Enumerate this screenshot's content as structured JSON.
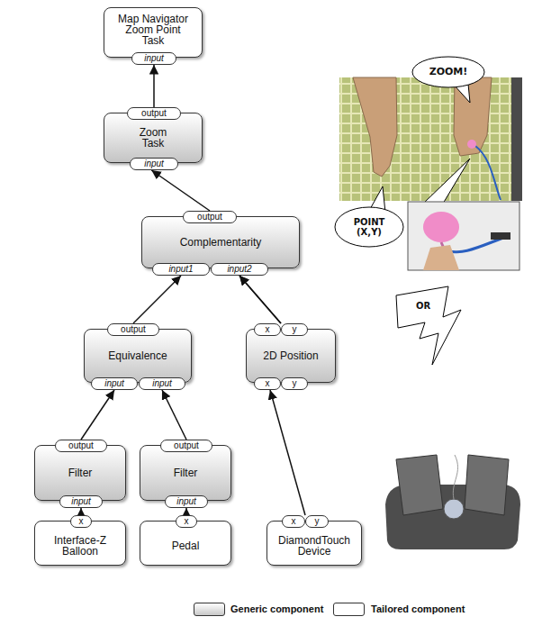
{
  "diagram": {
    "nodes": [
      {
        "text": [
          "Map Navigator Zoom Point Task"
        ]
      },
      {
        "text": [
          "input"
        ],
        "in": 0
      },
      {
        "text": [
          "Zoom Task"
        ]
      },
      {
        "text": [
          "output"
        ],
        "in": 2
      },
      {
        "text": [
          "input"
        ],
        "in": 2
      },
      {
        "text": [
          "Complementarity"
        ]
      },
      {
        "text": [
          "output"
        ],
        "in": 5
      },
      {
        "text": [
          "input1"
        ],
        "in": 5
      },
      {
        "text": [
          "input2"
        ],
        "in": 5
      },
      {
        "text": [
          "Equivalence"
        ]
      },
      {
        "text": [
          "output"
        ],
        "in": 9
      },
      {
        "text": [
          "input"
        ],
        "in": 9
      },
      {
        "text": [
          "input"
        ],
        "in": 9
      },
      {
        "text": [
          "2D Position"
        ]
      },
      {
        "text": [
          "x"
        ],
        "in": 13
      },
      {
        "text": [
          "y"
        ],
        "in": 13
      },
      {
        "text": [
          "x"
        ],
        "in": 13
      },
      {
        "text": [
          "y"
        ],
        "in": 13
      },
      {
        "text": [
          "Filter"
        ]
      },
      {
        "text": [
          "output"
        ],
        "in": 18
      },
      {
        "text": [
          "input"
        ],
        "in": 18
      },
      {
        "text": [
          "Filter"
        ]
      },
      {
        "text": [
          "output"
        ],
        "in": 21
      },
      {
        "text": [
          "input"
        ],
        "in": 21
      },
      {
        "text": [
          "Interface-Z Balloon"
        ]
      },
      {
        "text": [
          "x"
        ],
        "in": 24
      },
      {
        "text": [
          "Pedal"
        ]
      },
      {
        "text": [
          "x"
        ],
        "in": 26
      },
      {
        "text": [
          "DiamondTouch Device"
        ]
      },
      {
        "text": [
          "x"
        ],
        "in": 28
      },
      {
        "text": [
          "y"
        ],
        "in": 28
      }
    ],
    "edges": [
      {
        "from": 3,
        "to": 1,
        "arrow": "to"
      },
      {
        "from": 6,
        "to": 4,
        "arrow": "to"
      },
      {
        "from": 10,
        "to": 7,
        "arrow": "to"
      },
      {
        "from": 14,
        "to": 8,
        "arrow": "to"
      },
      {
        "from": 15,
        "to": 8,
        "arrow": "to"
      },
      {
        "from": 19,
        "to": 11,
        "arrow": "to"
      },
      {
        "from": 22,
        "to": 12,
        "arrow": "to"
      },
      {
        "from": 29,
        "to": 16,
        "arrow": "to"
      },
      {
        "from": 25,
        "to": 20,
        "arrow": "to"
      },
      {
        "from": 27,
        "to": 23,
        "arrow": "to"
      }
    ],
    "labels": [
      "ZOOM!",
      "POINT (X,Y)",
      "OR"
    ],
    "legend": [
      {
        "text": "Generic component",
        "color": "#c8c8c8"
      },
      {
        "text": "Tailored component",
        "color": "#ffffff"
      }
    ]
  }
}
